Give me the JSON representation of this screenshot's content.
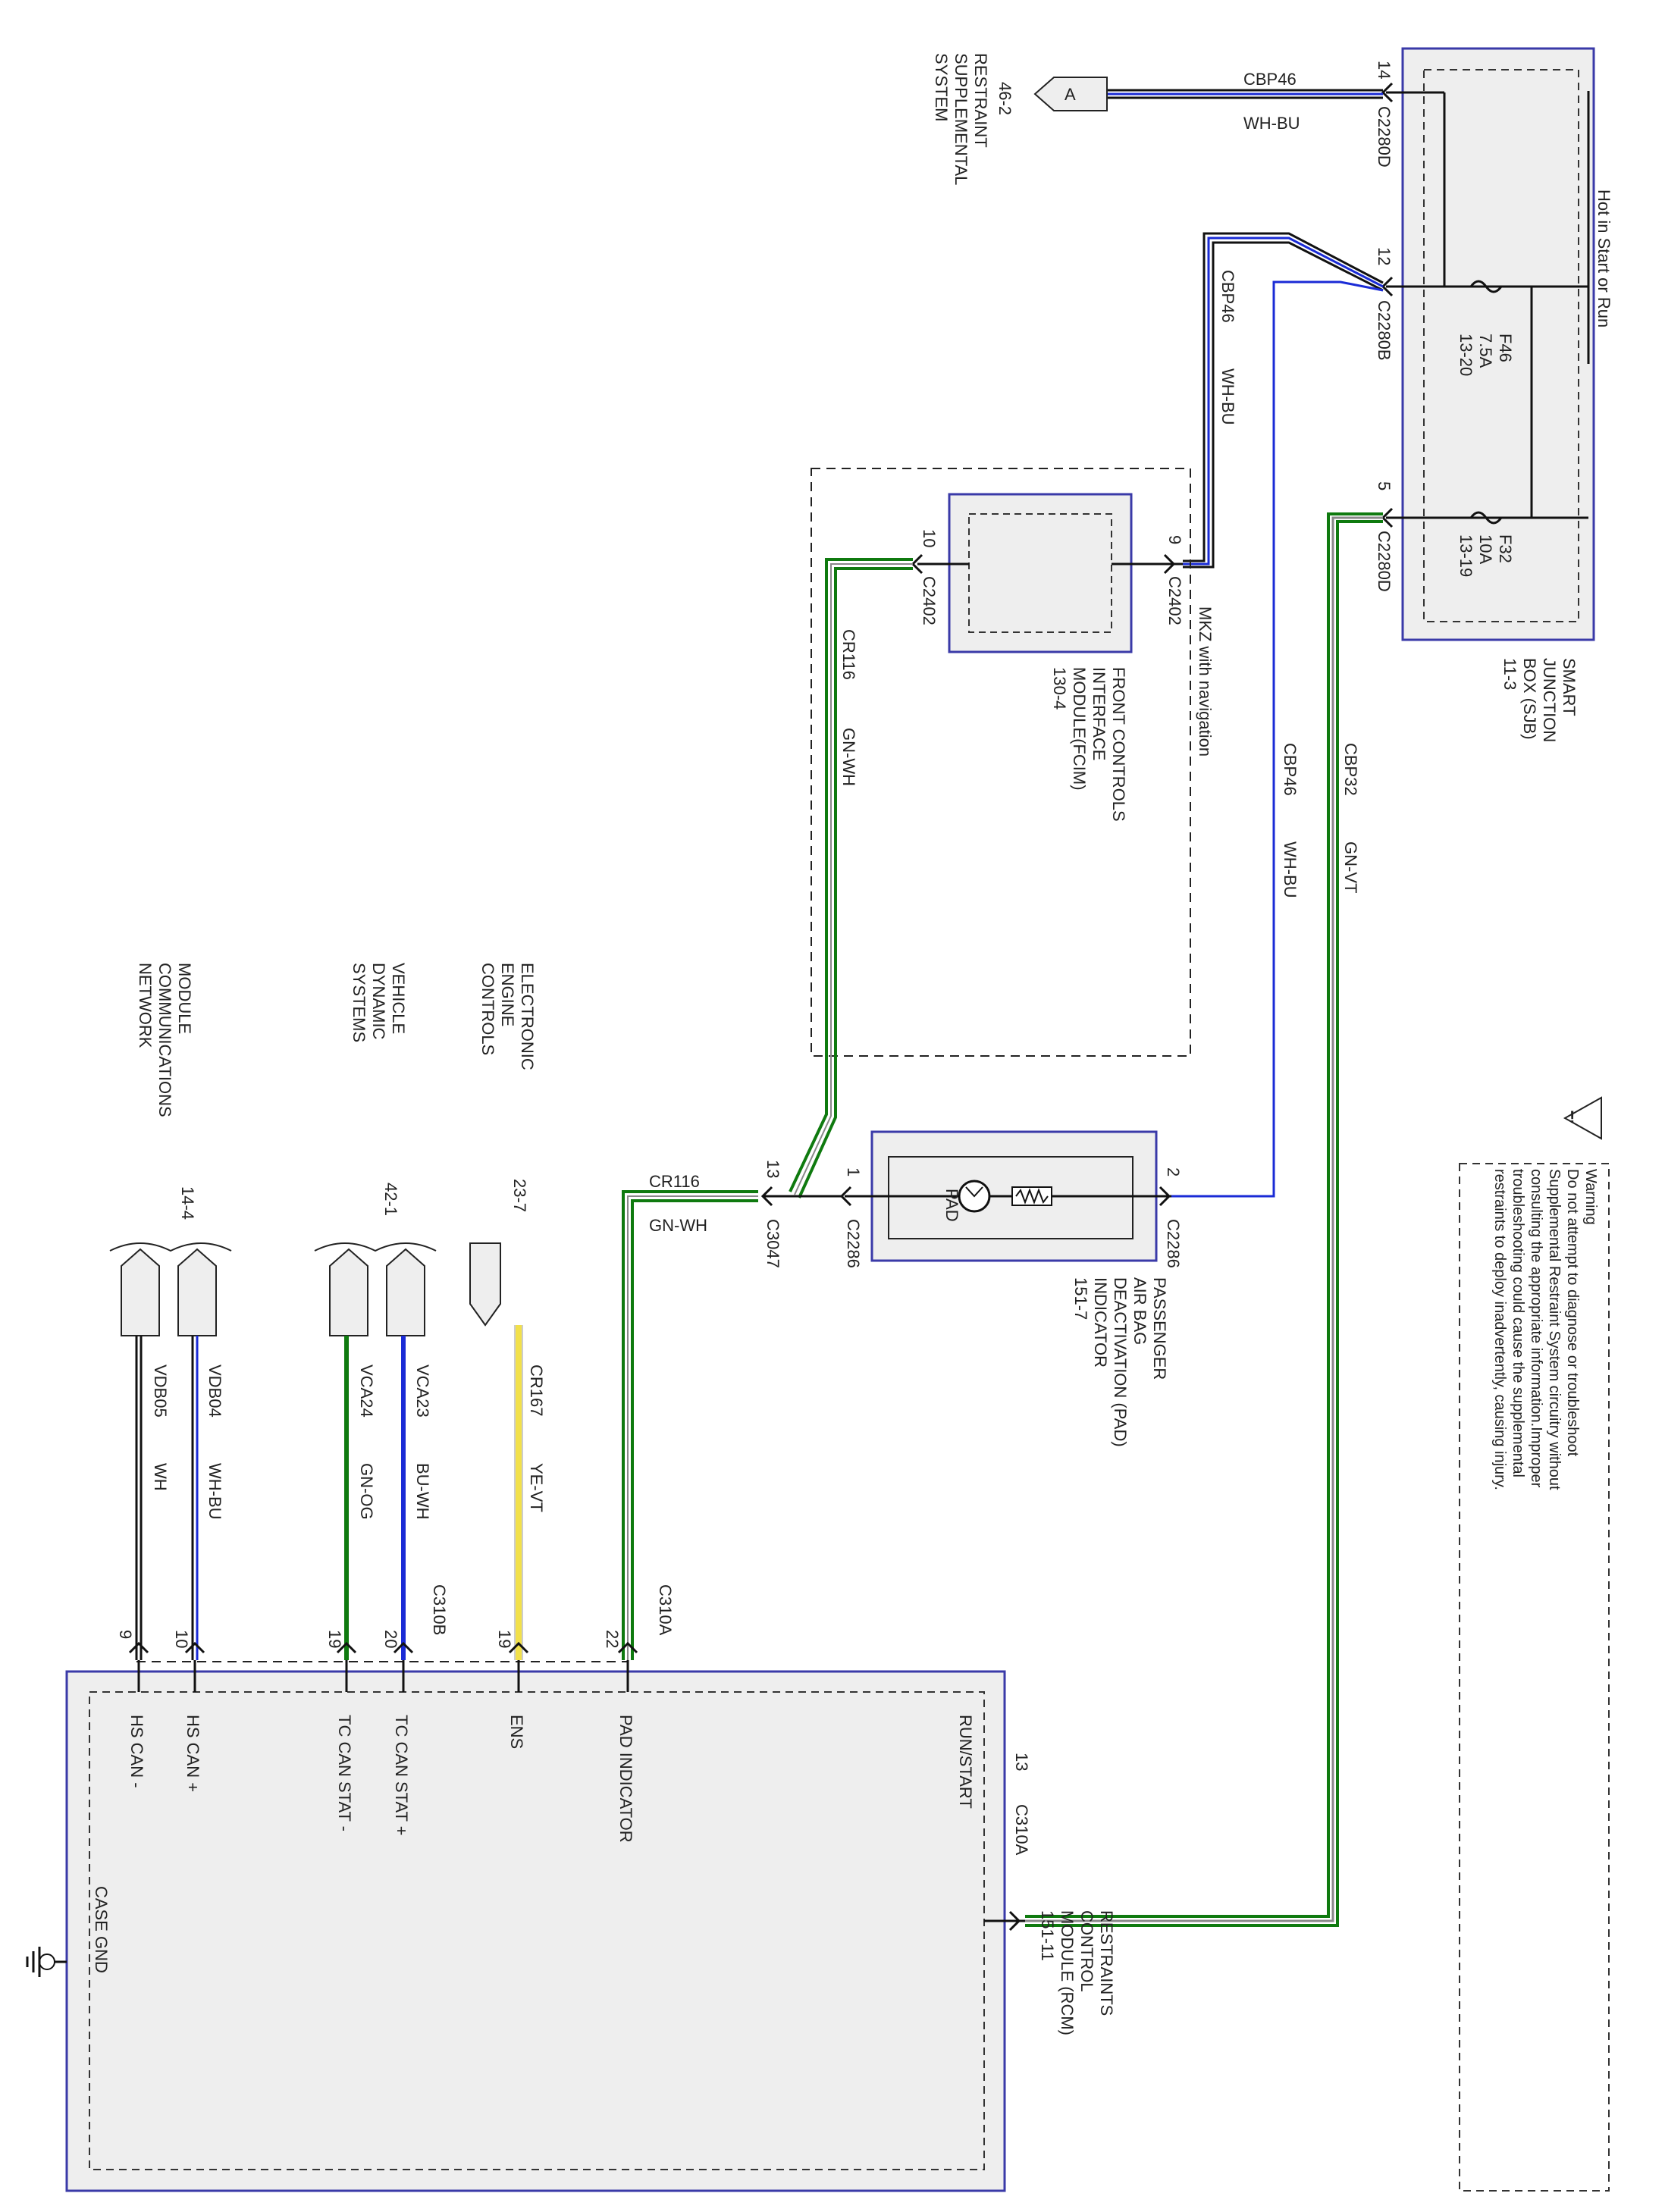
{
  "colors": {
    "box_fill": "#eeeeee",
    "box_border": "#3a3aa8",
    "wire_blue": "#1a2bd6",
    "wire_green": "#0f7a0f",
    "wire_yellow": "#f2e04a",
    "wire_black": "#111111"
  },
  "sjb": {
    "title": [
      "SMART",
      "JUNCTION",
      "BOX (SJB)",
      "11-3"
    ],
    "hot_label": "Hot in Start or Run",
    "fuse1": [
      "F46",
      "7.5A",
      "13-20"
    ],
    "fuse2": [
      "F32",
      "10A",
      "13-19"
    ]
  },
  "rss_ref": {
    "code": "46-2",
    "name": [
      "RESTRAINT",
      "SUPPLEMENTAL",
      "SYSTEM"
    ],
    "connector_letter": "A"
  },
  "conn": {
    "c2280d_top": "C2280D",
    "pin14": "14",
    "c2280b": "C2280B",
    "pin12": "12",
    "c2280d_bot": "C2280D",
    "pin5": "5",
    "c2402_a": "C2402",
    "pin9": "9",
    "c2402_b": "C2402",
    "pin10": "10",
    "c2286_a": "C2286",
    "pin2": "2",
    "c2286_b": "C2286",
    "pin1": "1",
    "c3047": "C3047",
    "pin13": "13",
    "c310a_top": "C310A",
    "pin22": "22",
    "pin19": "19",
    "c310b": "C310B",
    "pin20": "20",
    "pin19b": "19",
    "pin9b": "9",
    "c310a_run": "C310A",
    "pin13run": "13"
  },
  "wires": {
    "top_circuit": "CBP46",
    "top_color": "WH-BU",
    "mid_circuit": "CBP46",
    "mid_color": "WH-BU",
    "pad_circuit": "CBP46",
    "pad_color": "WH-BU",
    "run_circuit": "CBP32",
    "run_color": "GN-VT",
    "cr116_a": "CR116",
    "cr116_a_color": "GN-WH",
    "cr116_b": "CR116",
    "cr116_b_color": "GN-WH",
    "cr167": "CR167",
    "cr167_color": "YE-VT",
    "vca23": "VCA23",
    "vca23_color": "BU-WH",
    "vca24": "VCA24",
    "vca24_color": "GN-OG",
    "vdb04": "VDB04",
    "vdb04_color": "WH-BU",
    "vdb05": "VDB05",
    "vdb05_color": "WH"
  },
  "mkz_label": "MKZ with navigation",
  "fcim": {
    "name": [
      "FRONT CONTROLS",
      "INTERFACE",
      "MODULE(FCIM)",
      "130-4"
    ]
  },
  "pad": {
    "inner": "PAD",
    "name": [
      "PASSENGER",
      "AIR BAG",
      "DEACTIVATION (PAD)",
      "INDICATOR",
      "151-7"
    ]
  },
  "warning": {
    "lines": [
      "Warning",
      "Do not attempt to diagnose or troubleshoot",
      "Supplemental Restraint System circuitry without",
      "consulting the appropriate information.Improper",
      "troubleshooting could cause the supplemental",
      "restraints to deploy inadvertently, causing injury."
    ]
  },
  "refs": {
    "eec": {
      "name": [
        "ELECTRONIC",
        "ENGINE",
        "CONTROLS"
      ],
      "code": "23-7"
    },
    "vds": {
      "name": [
        "VEHICLE",
        "DYNAMIC",
        "SYSTEMS"
      ],
      "code": "42-1"
    },
    "mcn": {
      "name": [
        "MODULE",
        "COMMUNICATIONS",
        "NETWORK"
      ],
      "code": "14-4"
    }
  },
  "rcm": {
    "name": [
      "RESTRAINTS",
      "CONTROL",
      "MODULE (RCM)",
      "151-11"
    ],
    "run_start": "RUN/START",
    "pad_indicator": "PAD INDICATOR",
    "ens": "ENS",
    "tc_can_plus": "TC CAN STAT +",
    "tc_can_minus": "TC CAN STAT -",
    "hs_can_plus": "HS CAN +",
    "hs_can_minus": "HS CAN -",
    "case_gnd": "CASE GND"
  }
}
